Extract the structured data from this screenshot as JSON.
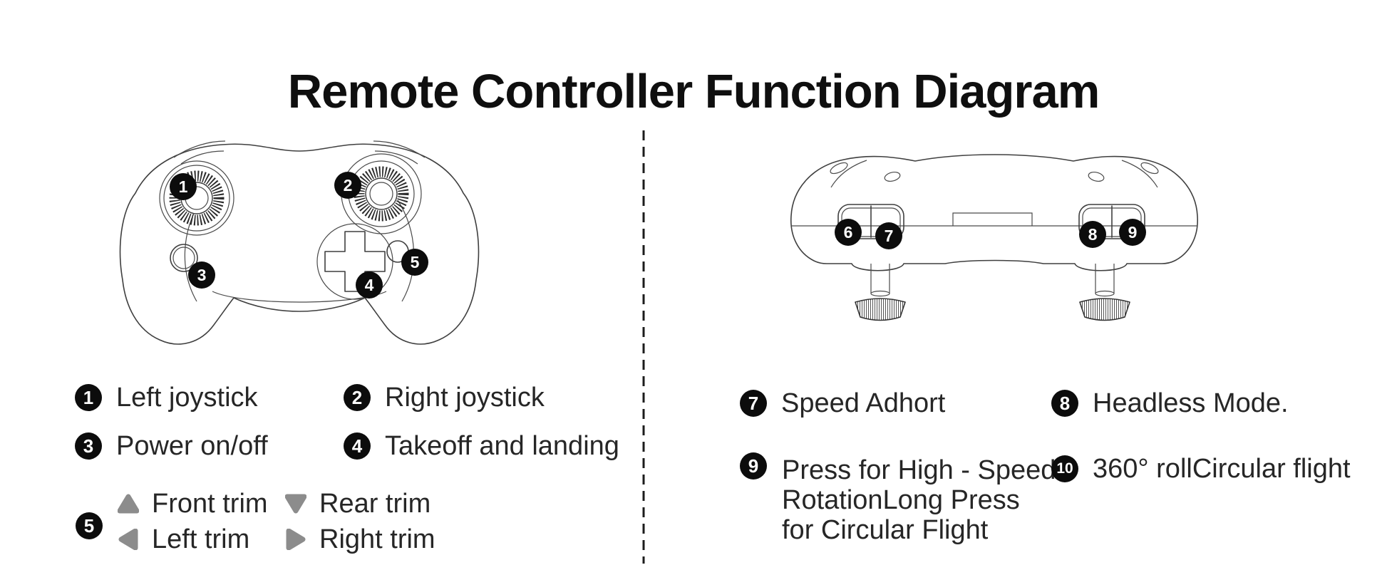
{
  "title": "Remote Controller Function Diagram",
  "drawing": {
    "left_badges": [
      "1",
      "2",
      "3",
      "4",
      "5"
    ],
    "right_badges": [
      "6",
      "7",
      "8",
      "9"
    ]
  },
  "legend_left": {
    "items": [
      {
        "num": "1",
        "label": "Left joystick"
      },
      {
        "num": "2",
        "label": "Right joystick"
      },
      {
        "num": "3",
        "label": "Power on/off"
      },
      {
        "num": "4",
        "label": "Takeoff and landing"
      }
    ],
    "trim": {
      "num": "5",
      "items": [
        {
          "icon": "up-triangle",
          "label": "Front trim"
        },
        {
          "icon": "down-triangle",
          "label": "Rear trim"
        },
        {
          "icon": "left-triangle",
          "label": "Left trim"
        },
        {
          "icon": "right-triangle",
          "label": "Right trim"
        }
      ]
    }
  },
  "legend_right": {
    "items": [
      {
        "num": "7",
        "label": "Speed Adhort"
      },
      {
        "num": "8",
        "label": "Headless Mode."
      },
      {
        "num": "9",
        "lines": [
          "Press for High - Speed",
          "RotationLong Press",
          "for Circular Flight"
        ]
      },
      {
        "num": "10",
        "label": "360° rollCircular flight"
      }
    ]
  },
  "colors": {
    "ink": "#262626",
    "line_art": "#3f3f3f",
    "badge": "#0c0c0c",
    "triangle": "#8c8c8c",
    "background": "#ffffff"
  }
}
